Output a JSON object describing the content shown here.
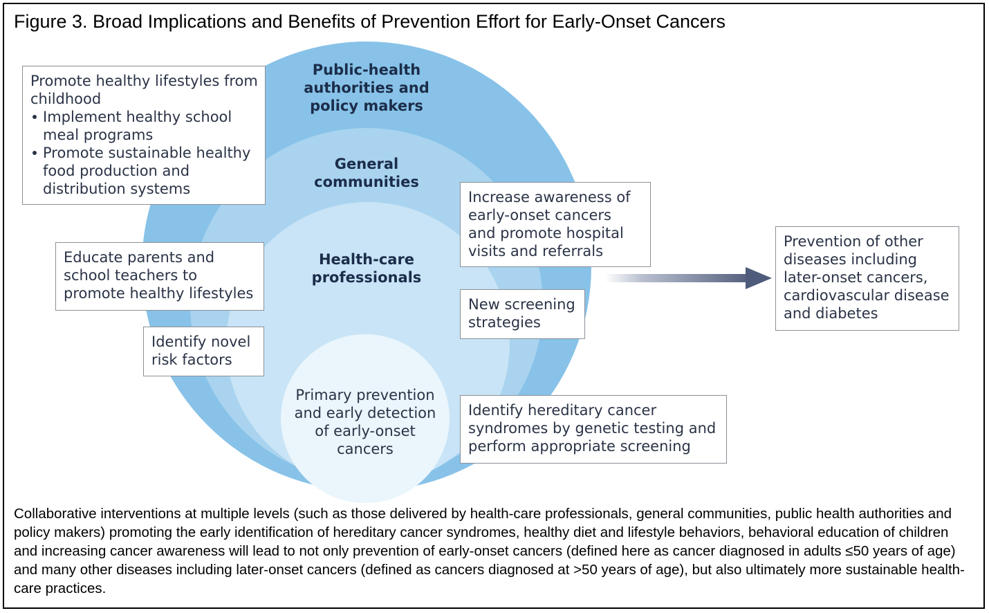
{
  "figure": {
    "title": "Figure 3. Broad Implications and Benefits of Prevention Effort for Early-Onset Cancers"
  },
  "rings": {
    "outer": "Public-health authorities and policy makers",
    "middle": "General communities",
    "inner": "Health-care professionals",
    "core": "Primary prevention and early detection of early-onset cancers"
  },
  "boxes": {
    "lifestyle": {
      "heading": "Promote healthy lifestyles from childhood",
      "bullets": [
        "Implement healthy school meal programs",
        "Promote sustainable healthy food production and distribution systems"
      ]
    },
    "educate": "Educate parents and school teachers to promote healthy lifestyles",
    "risk_factors": "Identify novel risk factors",
    "awareness": "Increase awareness of early-onset cancers and promote hospital visits and referrals",
    "screening": "New screening strategies",
    "hereditary": "Identify hereditary cancer syndromes by genetic testing and perform appropriate screening",
    "outcome": "Prevention of other diseases including later-onset cancers, cardiovascular disease and diabetes"
  },
  "caption": "Collaborative interventions at multiple levels (such as those delivered by health-care professionals, general communities, public health authorities and policy makers) promoting the early identification of hereditary cancer syndromes, healthy diet and lifestyle behaviors, behavioral education of children and increasing cancer awareness will lead to not only prevention of early-onset cancers (defined here as cancer diagnosed in adults ≤50 years of age) and many other diseases including later-onset cancers (defined as cancers diagnosed at >50 years of age), but also ultimately more sustainable health-care practices.",
  "colors": {
    "outer_ring": "#88c2e8",
    "middle_ring": "#a9d3ef",
    "inner_ring": "#c8e4f6",
    "core": "#eaf5fc",
    "arrow": "#4f5b7a"
  },
  "icons": {
    "arrow": "arrow-right-icon"
  }
}
